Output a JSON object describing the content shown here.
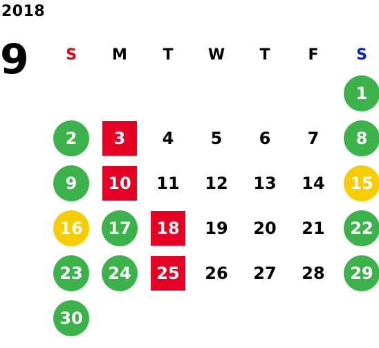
{
  "calendar": {
    "year": "2018",
    "month": "9",
    "colors": {
      "sunday_header": "#e60012",
      "saturday_header": "#0022cc",
      "holiday_green": "#3cb34a",
      "special_yellow": "#f5cd00",
      "closed_red": "#e60024"
    },
    "weekdays": [
      {
        "label": "S",
        "color": "#e60012"
      },
      {
        "label": "M",
        "color": "#000000"
      },
      {
        "label": "T",
        "color": "#000000"
      },
      {
        "label": "W",
        "color": "#000000"
      },
      {
        "label": "T",
        "color": "#000000"
      },
      {
        "label": "F",
        "color": "#000000"
      },
      {
        "label": "S",
        "color": "#0022cc"
      }
    ],
    "weeks": [
      [
        {
          "day": ""
        },
        {
          "day": ""
        },
        {
          "day": ""
        },
        {
          "day": ""
        },
        {
          "day": ""
        },
        {
          "day": ""
        },
        {
          "day": "1",
          "style": "circle",
          "color": "#3cb34a"
        }
      ],
      [
        {
          "day": "2",
          "style": "circle",
          "color": "#3cb34a"
        },
        {
          "day": "3",
          "style": "square",
          "color": "#e60024"
        },
        {
          "day": "4"
        },
        {
          "day": "5"
        },
        {
          "day": "6"
        },
        {
          "day": "7"
        },
        {
          "day": "8",
          "style": "circle",
          "color": "#3cb34a"
        }
      ],
      [
        {
          "day": "9",
          "style": "circle",
          "color": "#3cb34a"
        },
        {
          "day": "10",
          "style": "square",
          "color": "#e60024"
        },
        {
          "day": "11"
        },
        {
          "day": "12"
        },
        {
          "day": "13"
        },
        {
          "day": "14"
        },
        {
          "day": "15",
          "style": "circle",
          "color": "#f5cd00"
        }
      ],
      [
        {
          "day": "16",
          "style": "circle",
          "color": "#f5cd00"
        },
        {
          "day": "17",
          "style": "circle",
          "color": "#3cb34a"
        },
        {
          "day": "18",
          "style": "square",
          "color": "#e60024"
        },
        {
          "day": "19"
        },
        {
          "day": "20"
        },
        {
          "day": "21"
        },
        {
          "day": "22",
          "style": "circle",
          "color": "#3cb34a"
        }
      ],
      [
        {
          "day": "23",
          "style": "circle",
          "color": "#3cb34a"
        },
        {
          "day": "24",
          "style": "circle",
          "color": "#3cb34a"
        },
        {
          "day": "25",
          "style": "square",
          "color": "#e60024"
        },
        {
          "day": "26"
        },
        {
          "day": "27"
        },
        {
          "day": "28"
        },
        {
          "day": "29",
          "style": "circle",
          "color": "#3cb34a"
        }
      ],
      [
        {
          "day": "30",
          "style": "circle",
          "color": "#3cb34a"
        },
        {
          "day": ""
        },
        {
          "day": ""
        },
        {
          "day": ""
        },
        {
          "day": ""
        },
        {
          "day": ""
        },
        {
          "day": ""
        }
      ]
    ]
  }
}
